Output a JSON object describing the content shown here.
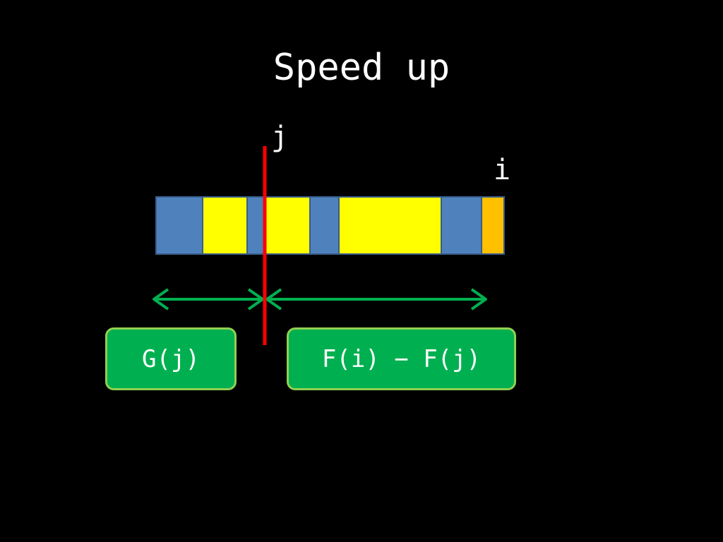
{
  "title": "Speed up",
  "markers": {
    "j_label": "j",
    "i_label": "i"
  },
  "array_segments": [
    {
      "kind": "blue"
    },
    {
      "kind": "yellow"
    },
    {
      "kind": "blue"
    },
    {
      "kind": "yellow"
    },
    {
      "kind": "blue"
    },
    {
      "kind": "yellow"
    },
    {
      "kind": "blue"
    },
    {
      "kind": "orange"
    }
  ],
  "boxes": {
    "left": "G(j)",
    "right": "F(i) − F(j)"
  },
  "colors": {
    "background": "#000000",
    "blue": "#4f81bd",
    "yellow": "#ffff00",
    "orange": "#ffc000",
    "segment_border": "#385d8a",
    "divider": "#ff0000",
    "arrow": "#00b050",
    "box_fill": "#00b050",
    "box_border": "#92d050",
    "text": "#ffffff"
  }
}
